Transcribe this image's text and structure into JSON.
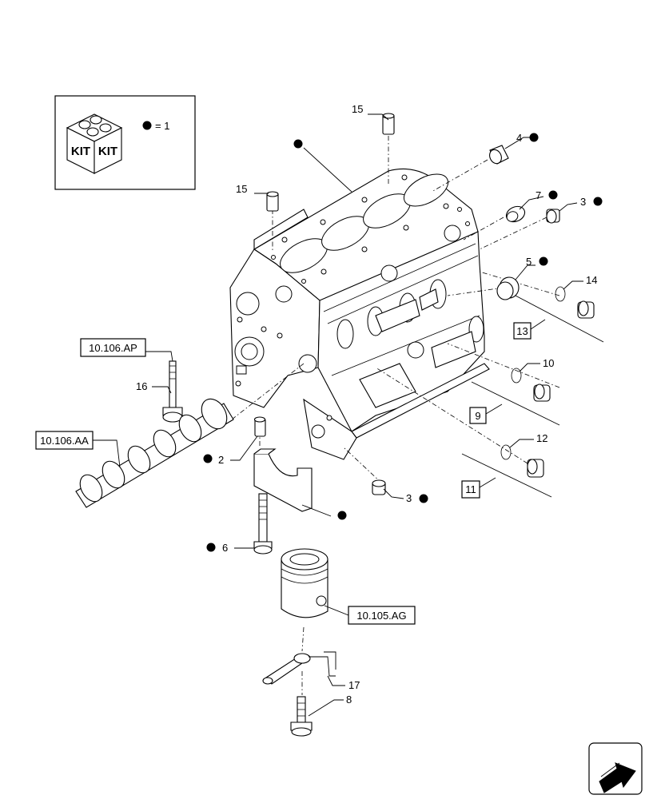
{
  "legend": {
    "kit_label_left": "KIT",
    "kit_label_right": "KIT",
    "equals_text": "= 1"
  },
  "references": {
    "ap": "10.106.AP",
    "aa": "10.106.AA",
    "ag": "10.105.AG"
  },
  "callouts": {
    "c15a": "15",
    "c15b": "15",
    "c4": "4",
    "c7": "7",
    "c3a": "3",
    "c5": "5",
    "c14": "14",
    "c13": "13",
    "c10": "10",
    "c9": "9",
    "c12": "12",
    "c11": "11",
    "c3b": "3",
    "c16": "16",
    "c2": "2",
    "c6": "6",
    "c17": "17",
    "c8": "8"
  },
  "icons": {
    "kit": "kit-box-icon",
    "nav": "navigation-arrow-icon"
  }
}
